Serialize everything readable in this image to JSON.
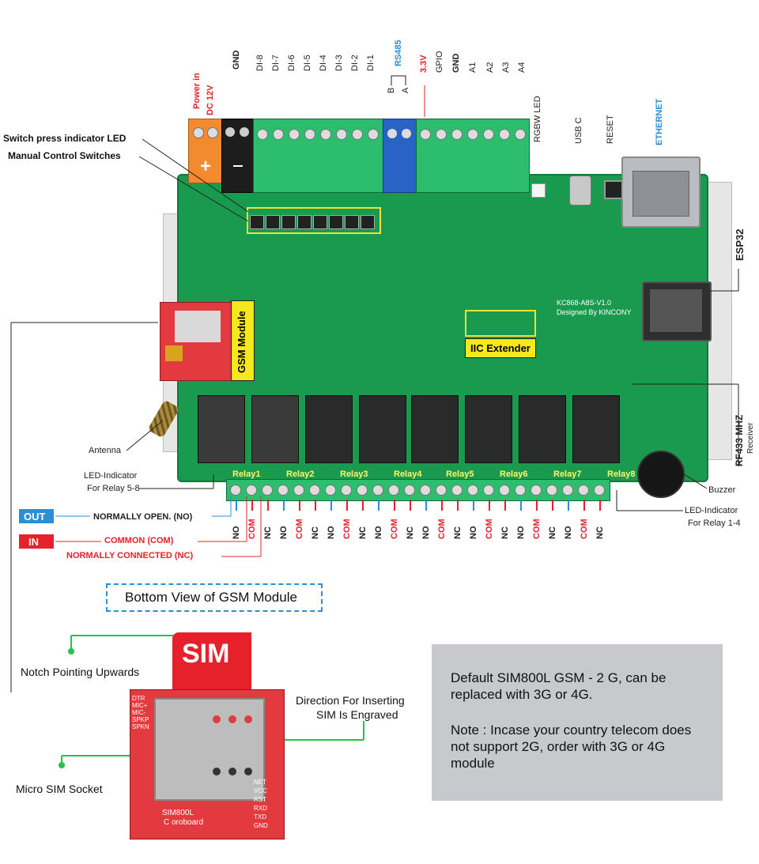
{
  "power_label": [
    "Power in",
    "DC 12V"
  ],
  "gnd_top": "GND",
  "di_labels": [
    "DI-8",
    "DI-7",
    "DI-6",
    "DI-5",
    "DI-4",
    "DI-3",
    "DI-2",
    "DI-1"
  ],
  "rs485": {
    "title": "RS485",
    "b": "B",
    "a": "A"
  },
  "gpio_labels": {
    "v33": "3.3V",
    "gpio": "GPIO",
    "gnd": "GND",
    "a1": "A1",
    "a2": "A2",
    "a3": "A3",
    "a4": "A4"
  },
  "top_right": {
    "rgbw": "RGBW LED",
    "usb": "USB C",
    "reset": "RESET",
    "ethernet": "ETHERNET"
  },
  "left_callouts": {
    "switch_led": "Switch press indicator LED",
    "manual": "Manual Control Switches"
  },
  "esp32": "ESP32",
  "gsm_module_label": "GSM Module",
  "iic_extender": "IIC Extender",
  "board": {
    "model": "KC868-A8S-V1.0",
    "designed": "Designed By KINCONY"
  },
  "antenna": "Antenna",
  "rf433": {
    "title": "RF433 MHZ",
    "sub": "Receiver"
  },
  "buzzer": "Buzzer",
  "led_indicator_58": [
    "LED-Indicator",
    "For Relay 5-8"
  ],
  "led_indicator_14": [
    "LED-Indicator",
    "For Relay 1-4"
  ],
  "relays": [
    "Relay1",
    "Relay2",
    "Relay3",
    "Relay4",
    "Relay5",
    "Relay6",
    "Relay7",
    "Relay8"
  ],
  "relay_pins": [
    "NO",
    "COM",
    "NC",
    "NO",
    "COM",
    "NC",
    "NO",
    "COM",
    "NC",
    "NO",
    "COM",
    "NC",
    "NO",
    "COM",
    "NC",
    "NO",
    "COM",
    "NC",
    "NO",
    "COM",
    "NC",
    "NO",
    "COM",
    "NC"
  ],
  "legend": {
    "out": "OUT",
    "in": "IN",
    "no": "NORMALLY OPEN.  (NO)",
    "com": "COMMON     (COM)",
    "nc": "NORMALLY CONNECTED      (NC)"
  },
  "bottom_view": "Bottom View of GSM Module",
  "notch": "Notch Pointing Upwards",
  "direction": [
    "Direction For Inserting",
    "SIM Is Engraved"
  ],
  "micro_sim": "Micro SIM Socket",
  "sim_text": "SIM",
  "sim_board": {
    "name": "SIM800L",
    "sub": "C oroboard",
    "left_pins": [
      "DTR",
      "MIC+",
      "MIC-",
      "SPKP",
      "SPKN"
    ],
    "right_pins": [
      "NET",
      "VCC",
      "RST",
      "RXD",
      "TXD",
      "GND"
    ]
  },
  "info": {
    "p1": "Default SIM800L GSM - 2 G, can be replaced with 3G or 4G.",
    "p2": "Note : Incase your country telecom does not support 2G, order with 3G or 4G module"
  },
  "colors": {
    "pcb": "#1a9a4e",
    "terminal": "#1fb36b",
    "red": "#e5212b",
    "blue": "#2b8fd6",
    "yellow": "#f7e81d"
  }
}
